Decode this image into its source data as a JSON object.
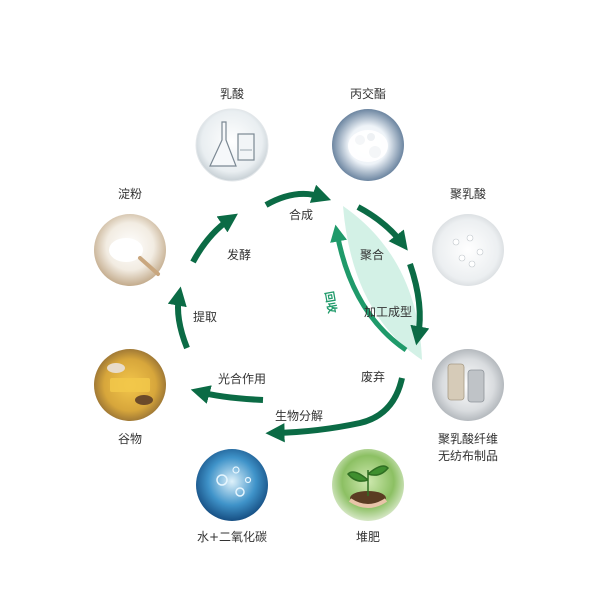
{
  "nodes": {
    "lactic_acid": "乳酸",
    "lactide": "丙交酯",
    "pla": "聚乳酸",
    "fiber_line1": "聚乳酸纤维",
    "fiber_line2": "无纺布制品",
    "compost": "堆肥",
    "water_co2": "水+二氧化碳",
    "grain": "谷物",
    "starch": "淀粉"
  },
  "steps": {
    "synthesis": "合成",
    "polymerization": "聚合",
    "processing": "加工成型",
    "discard": "废弃",
    "biodegradation": "生物分解",
    "photosynthesis": "光合作用",
    "extraction": "提取",
    "fermentation": "发酵",
    "recycle": "回收"
  },
  "colors": {
    "arrow": "#0b6b45",
    "recycle_band": "#d3f1e6",
    "recycle_arrow": "#1f9a6a",
    "label_text": "#333333"
  }
}
